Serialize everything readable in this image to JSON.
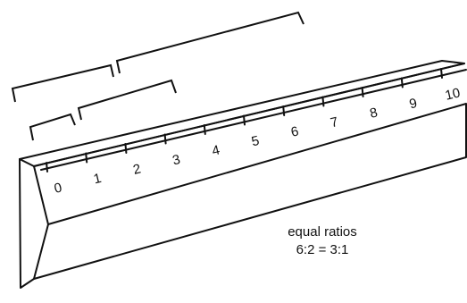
{
  "ruler": {
    "tick_labels": [
      "0",
      "1",
      "2",
      "3",
      "4",
      "5",
      "6",
      "7",
      "8",
      "9",
      "10"
    ]
  },
  "caption": {
    "line1": "equal ratios",
    "line2": "6:2 = 3:1"
  },
  "colors": {
    "stroke": "#111111",
    "background": "#ffffff"
  }
}
